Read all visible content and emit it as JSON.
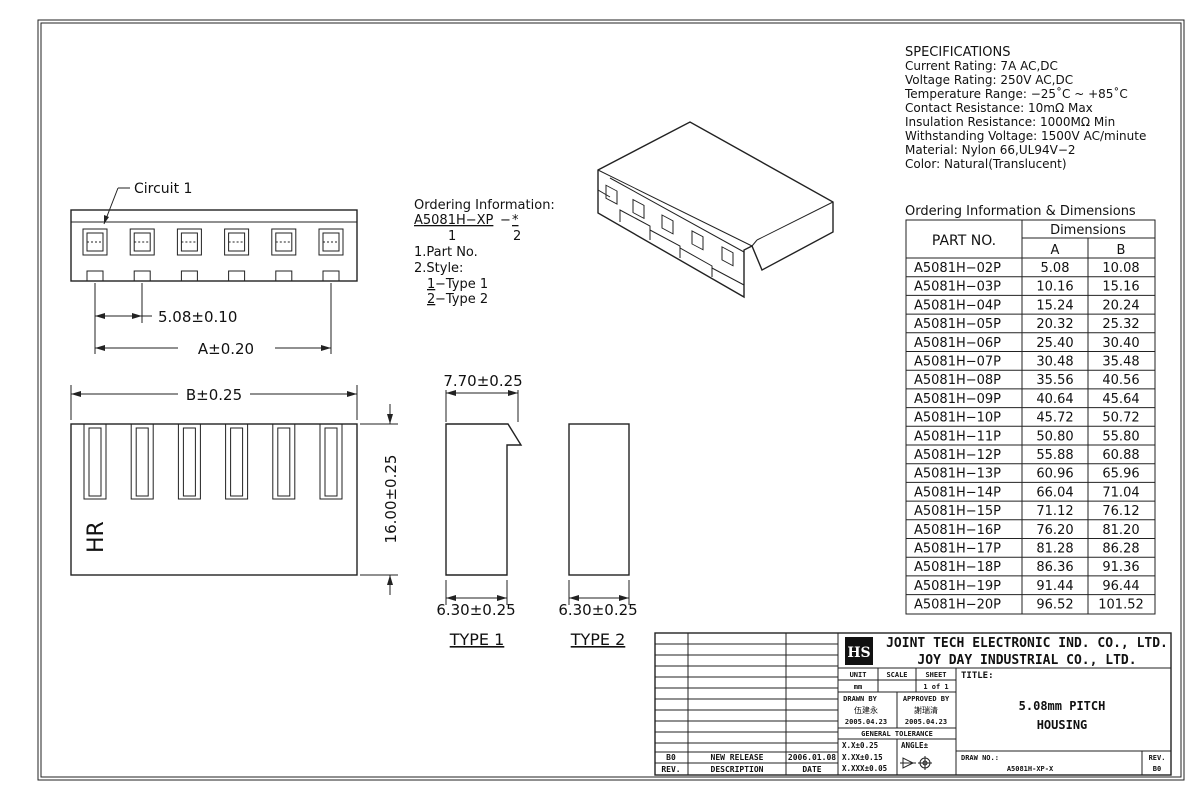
{
  "specifications": {
    "heading": "SPECIFICATIONS",
    "lines": [
      "Current Rating: 7A AC,DC",
      "Voltage Rating: 250V AC,DC",
      "Temperature Range: −25˚C ~ +85˚C",
      "Contact Resistance: 10mΩ Max",
      "Insulation Resistance: 1000MΩ Min",
      "Withstanding Voltage: 1500V AC/minute",
      "Material: Nylon 66,UL94V−2",
      "Color: Natural(Translucent)"
    ]
  },
  "ordering_info": {
    "heading": "Ordering Information:",
    "code": "A5081H−XP",
    "dash": "−",
    "star": "*",
    "idx1": "1",
    "idx2": "2",
    "item1": "1.Part No.",
    "item2": "2.Style:",
    "type1_num": "1",
    "type1_text": "−Type 1",
    "type2_num": "2",
    "type2_text": "−Type 2"
  },
  "drawing_labels": {
    "circuit": "Circuit 1",
    "pitch": "5.08±0.10",
    "dim_a": "A±0.20",
    "dim_b": "B±0.25",
    "height": "16.00±0.25",
    "side_top": "7.70±0.25",
    "side_bottom_1": "6.30±0.25",
    "side_bottom_2": "6.30±0.25",
    "type1": "TYPE 1",
    "type2": "TYPE 2",
    "hr": "HR"
  },
  "table": {
    "title": "Ordering Information & Dimensions",
    "col_part": "PART NO.",
    "col_dims": "Dimensions",
    "col_a": "A",
    "col_b": "B",
    "rows": [
      {
        "part": "A5081H−02P",
        "a": "5.08",
        "b": "10.08"
      },
      {
        "part": "A5081H−03P",
        "a": "10.16",
        "b": "15.16"
      },
      {
        "part": "A5081H−04P",
        "a": "15.24",
        "b": "20.24"
      },
      {
        "part": "A5081H−05P",
        "a": "20.32",
        "b": "25.32"
      },
      {
        "part": "A5081H−06P",
        "a": "25.40",
        "b": "30.40"
      },
      {
        "part": "A5081H−07P",
        "a": "30.48",
        "b": "35.48"
      },
      {
        "part": "A5081H−08P",
        "a": "35.56",
        "b": "40.56"
      },
      {
        "part": "A5081H−09P",
        "a": "40.64",
        "b": "45.64"
      },
      {
        "part": "A5081H−10P",
        "a": "45.72",
        "b": "50.72"
      },
      {
        "part": "A5081H−11P",
        "a": "50.80",
        "b": "55.80"
      },
      {
        "part": "A5081H−12P",
        "a": "55.88",
        "b": "60.88"
      },
      {
        "part": "A5081H−13P",
        "a": "60.96",
        "b": "65.96"
      },
      {
        "part": "A5081H−14P",
        "a": "66.04",
        "b": "71.04"
      },
      {
        "part": "A5081H−15P",
        "a": "71.12",
        "b": "76.12"
      },
      {
        "part": "A5081H−16P",
        "a": "76.20",
        "b": "81.20"
      },
      {
        "part": "A5081H−17P",
        "a": "81.28",
        "b": "86.28"
      },
      {
        "part": "A5081H−18P",
        "a": "86.36",
        "b": "91.36"
      },
      {
        "part": "A5081H−19P",
        "a": "91.44",
        "b": "96.44"
      },
      {
        "part": "A5081H−20P",
        "a": "96.52",
        "b": "101.52"
      }
    ]
  },
  "title_block": {
    "company1": "JOINT TECH ELECTRONIC IND. CO., LTD.",
    "company2": "JOY DAY INDUSTRIAL CO., LTD.",
    "unit_label": "UNIT",
    "unit_value": "mm",
    "scale_label": "SCALE",
    "sheet_label": "SHEET",
    "sheet_value": "1 of 1",
    "title_label": "TITLE:",
    "title_line1": "5.08mm PITCH",
    "title_line2": "HOUSING",
    "drawn_by_label": "DRAWN BY",
    "drawn_by_name": "伍建永",
    "drawn_date": "2005.04.23",
    "approved_by_label": "APPROVED BY",
    "approved_by_name": "謝瑞清",
    "approved_date": "2005.04.23",
    "gen_tol_label": "GENERAL TOLERANCE",
    "tol1": "X.X±0.25",
    "tol2": "X.XX±0.15",
    "tol3": "X.XXX±0.05",
    "angle_label": "ANGLE±",
    "draw_no_label": "DRAW NO.:",
    "draw_no_value": "A5081H-XP-X",
    "rev_label": "REV.",
    "rev_value": "B0",
    "rev_row_rev": "B0",
    "rev_row_desc": "NEW RELEASE",
    "rev_row_date": "2006.01.08",
    "hdr_rev": "REV.",
    "hdr_desc": "DESCRIPTION",
    "hdr_date": "DATE",
    "logo_text": "HS"
  }
}
